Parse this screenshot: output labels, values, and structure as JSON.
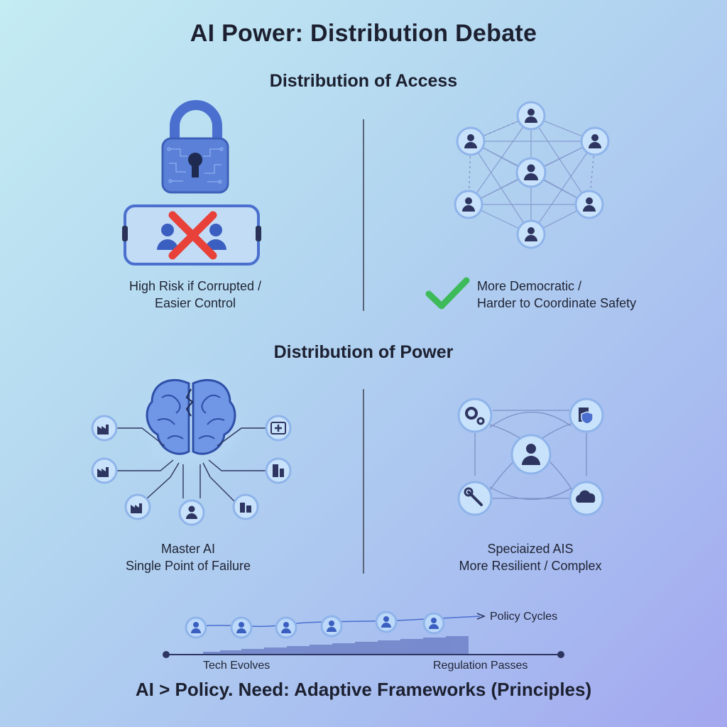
{
  "title": "AI Power: Distribution Debate",
  "sections": {
    "access": {
      "title": "Distribution of Access",
      "left_caption_line1": "High Risk if Corrupted /",
      "left_caption_line2": "Easier Control",
      "right_caption_line1": "More Democratic /",
      "right_caption_line2": "Harder to Coordinate Safety"
    },
    "power": {
      "title": "Distribution of Power",
      "left_caption_line1": "Master AI",
      "left_caption_line2": "Single Point of Failure",
      "right_caption_line1": "Speciaized AIS",
      "right_caption_line2": "More Resilient / Complex"
    }
  },
  "timeline": {
    "policy_label": "Policy Cycles",
    "start_label": "Tech Evolves",
    "end_label": "Regulation Passes"
  },
  "conclusion": "AI > Policy. Need: Adaptive Frameworks (Principles)",
  "colors": {
    "accent_blue": "#5a7fd6",
    "node_dark": "#2d3560",
    "cross_red": "#e8413a",
    "check_green": "#3dbb5a"
  },
  "icons": {
    "lock": "padlock-icon",
    "cross": "red-x-icon",
    "check": "green-checkmark-icon",
    "brain": "brain-icon",
    "person": "person-icon",
    "factory": "factory-icon",
    "hospital": "medical-icon",
    "buildings": "city-icon",
    "gears": "gears-icon",
    "shield_doc": "shield-document-icon",
    "wrench": "wrench-icon",
    "cloud": "cloud-icon"
  }
}
